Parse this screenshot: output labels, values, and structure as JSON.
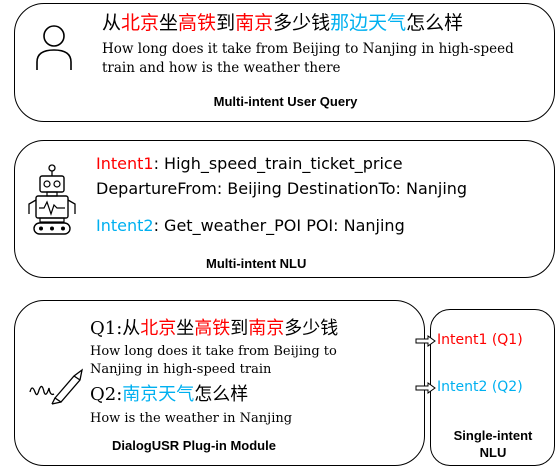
{
  "panel1": {
    "query_parts": [
      {
        "text": "从",
        "color": "#000000"
      },
      {
        "text": "北京",
        "color": "#ff0000"
      },
      {
        "text": "坐",
        "color": "#000000"
      },
      {
        "text": "高铁",
        "color": "#ff0000"
      },
      {
        "text": "到",
        "color": "#000000"
      },
      {
        "text": "南京",
        "color": "#ff0000"
      },
      {
        "text": "多少钱",
        "color": "#000000"
      },
      {
        "text": "那边天气",
        "color": "#00b0f0"
      },
      {
        "text": "怎么样",
        "color": "#000000"
      }
    ],
    "english_line1": "How long does it take from Beijing to Nanjing in high-speed",
    "english_line2": "train and how is the weather there",
    "title": "Multi-intent User Query",
    "icon": "user-icon"
  },
  "panel2": {
    "intent1_label": "Intent1",
    "intent1_value": ": High_speed_train_ticket_price",
    "slots_line": "DepartureFrom: Beijing DestinationTo: Nanjing",
    "intent2_label": "Intent2",
    "intent2_value": ": Get_weather_POI  POI: Nanjing",
    "title": "Multi-intent NLU",
    "icon": "robot-icon"
  },
  "panel3": {
    "q1_prefix": "Q1:",
    "q1_parts": [
      {
        "text": "从",
        "color": "#000000"
      },
      {
        "text": "北京",
        "color": "#ff0000"
      },
      {
        "text": "坐",
        "color": "#000000"
      },
      {
        "text": "高铁",
        "color": "#ff0000"
      },
      {
        "text": "到",
        "color": "#000000"
      },
      {
        "text": "南京",
        "color": "#ff0000"
      },
      {
        "text": "多少钱",
        "color": "#000000"
      }
    ],
    "q1_en_line1": "How long does it take from Beijing to",
    "q1_en_line2": "Nanjing in high-speed train",
    "q2_prefix": "Q2:",
    "q2_parts": [
      {
        "text": "南京天气",
        "color": "#00b0f0"
      },
      {
        "text": "怎么样",
        "color": "#000000"
      }
    ],
    "q2_en": "How is the weather in Nanjing",
    "title": "DialogUSR Plug-in Module",
    "icon": "pen-signature-icon"
  },
  "panel4": {
    "intent1": "Intent1 (Q1)",
    "intent2": "Intent2 (Q2)",
    "title_line1": "Single-intent",
    "title_line2": "NLU"
  },
  "colors": {
    "red": "#ff0000",
    "cyan": "#00b0f0"
  }
}
